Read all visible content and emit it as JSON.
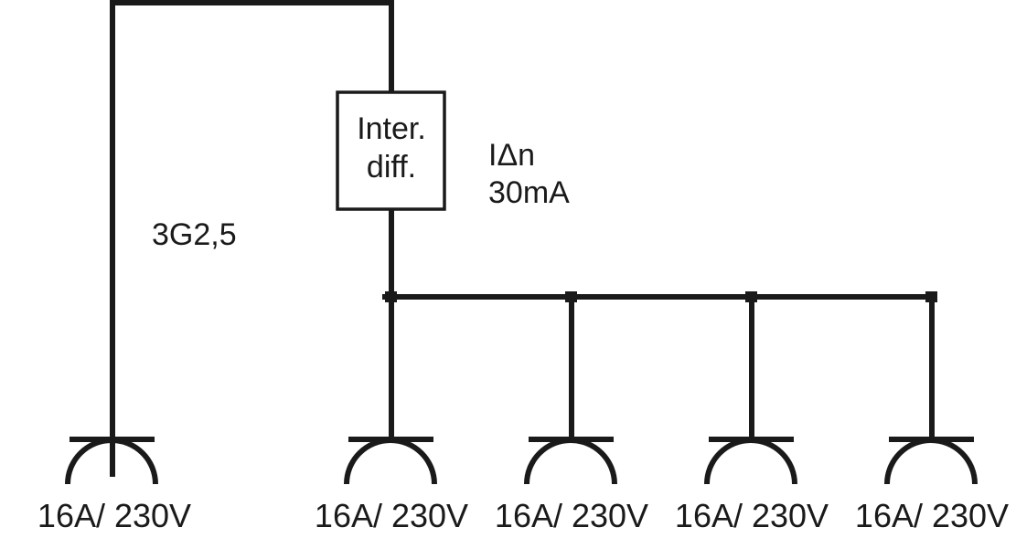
{
  "diagram": {
    "cable_label": "3G2,5",
    "rcd": {
      "line1": "Inter.",
      "line2": "diff."
    },
    "sensitivity": {
      "line1": "IΔn",
      "line2": "30mA"
    },
    "sockets": [
      {
        "label": "16A/ 230V"
      },
      {
        "label": "16A/ 230V"
      },
      {
        "label": "16A/ 230V"
      },
      {
        "label": "16A/ 230V"
      },
      {
        "label": "16A/ 230V"
      }
    ],
    "colors": {
      "line": "#1a1a1a",
      "background": "#ffffff"
    }
  }
}
